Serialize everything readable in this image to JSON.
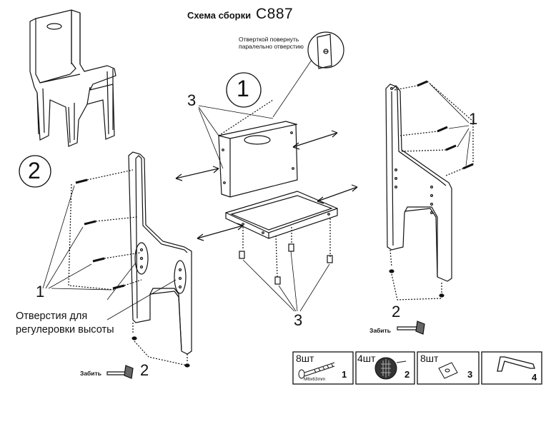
{
  "header": {
    "label": "Схема сборки",
    "model": "C887"
  },
  "note": "Отверткой повернуть паралельно отверстию",
  "steps": {
    "first": "1",
    "second": "2"
  },
  "callouts": {
    "screws_top_left": "3",
    "screws_right": "1",
    "screws_left": "1",
    "nuts_bottom": "3",
    "glides_right": "2",
    "glides_left": "2"
  },
  "height_holes_text": "Отверстия для регулеровки высоты",
  "hammer_text": "Забить",
  "parts": [
    {
      "count": "8шт",
      "index": "1",
      "spec": "M6x63mm",
      "item": "screw"
    },
    {
      "count": "4шт",
      "index": "2",
      "item": "glide"
    },
    {
      "count": "8шт",
      "index": "3",
      "item": "barrel-nut"
    },
    {
      "count": "",
      "index": "4",
      "item": "hex-key"
    }
  ],
  "colors": {
    "line": "#111111",
    "panel_fill": "#ffffff",
    "text": "#111111"
  }
}
